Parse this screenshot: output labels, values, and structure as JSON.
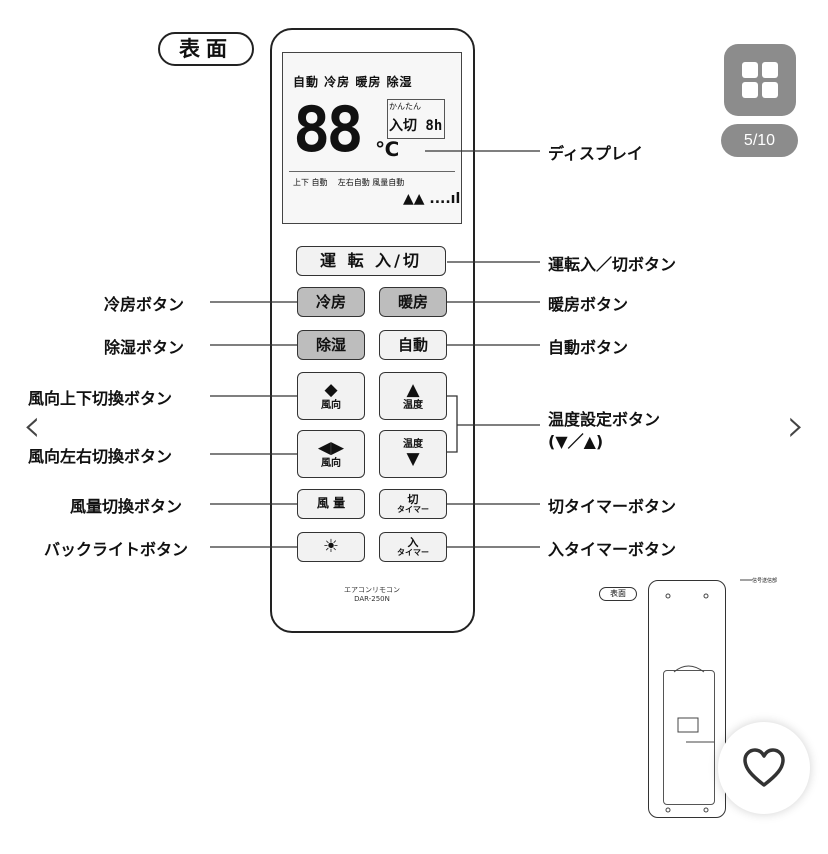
{
  "surface_label": "表面",
  "display": {
    "modes": "自動 冷房 暖房 除湿",
    "digits": "88",
    "unit": "℃",
    "kantan": "かんたん",
    "timer": "入切 8h",
    "bottom_left": "上下 自動",
    "bottom_mid": "左右自動 風量自動",
    "bars": "▲▲ ....ıl"
  },
  "buttons": {
    "power": "運 転  入/切",
    "cool": "冷房",
    "heat": "暖房",
    "dehumid": "除湿",
    "auto": "自動",
    "swing_ud_glyph": "◆",
    "swing_ud_label": "風向",
    "swing_lr_glyph": "◀▶",
    "swing_lr_label": "風向",
    "temp_up_glyph": "▲",
    "temp_up_label": "温度",
    "temp_down_glyph": "▼",
    "temp_down_label": "温度",
    "fan": "風 量",
    "off_timer_top": "切",
    "off_timer_bottom": "タイマー",
    "backlight": "☀",
    "on_timer_top": "入",
    "on_timer_bottom": "タイマー"
  },
  "model_text": "エアコンリモコン\nDAR-250N",
  "annotations": {
    "display": "ディスプレイ",
    "power": "運転入／切ボタン",
    "cool": "冷房ボタン",
    "heat": "暖房ボタン",
    "dehumid": "除湿ボタン",
    "auto": "自動ボタン",
    "swing_ud": "風向上下切換ボタン",
    "temp_set": "温度設定ボタン",
    "temp_set_sub": "(▼／▲)",
    "swing_lr": "風向左右切換ボタン",
    "fan": "風量切換ボタン",
    "off_timer": "切タイマーボタン",
    "backlight": "バックライトボタン",
    "on_timer": "入タイマーボタン"
  },
  "gallery": {
    "counter": "5/10",
    "icon": "grid-icon"
  },
  "nav": {
    "prev": "‹",
    "next": "›"
  },
  "thumbnail": {
    "label": "表面",
    "tiny_text": "信号送信部"
  },
  "favorite": {
    "icon": "heart-icon"
  }
}
